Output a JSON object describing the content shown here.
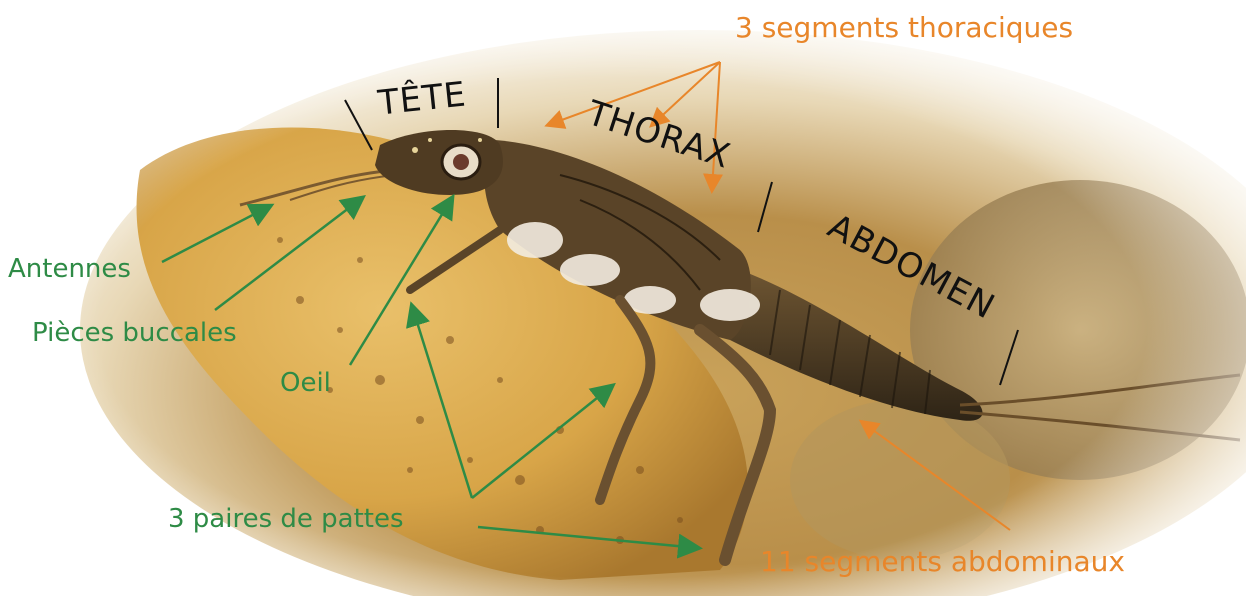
{
  "body_parts": {
    "head": "TÊTE",
    "thorax": "THORAX",
    "abdomen": "ABDOMEN"
  },
  "labels": {
    "thoracic_segments": "3 segments thoraciques",
    "antennae": "Antennes",
    "mouthparts": "Pièces buccales",
    "eye": "Oeil",
    "legs": "3 paires de pattes",
    "abdominal_segments": "11 segments abdominaux"
  },
  "colors": {
    "green_labels": "#2e8b46",
    "orange_labels": "#e8862a",
    "body_part_labels": "#111111"
  }
}
